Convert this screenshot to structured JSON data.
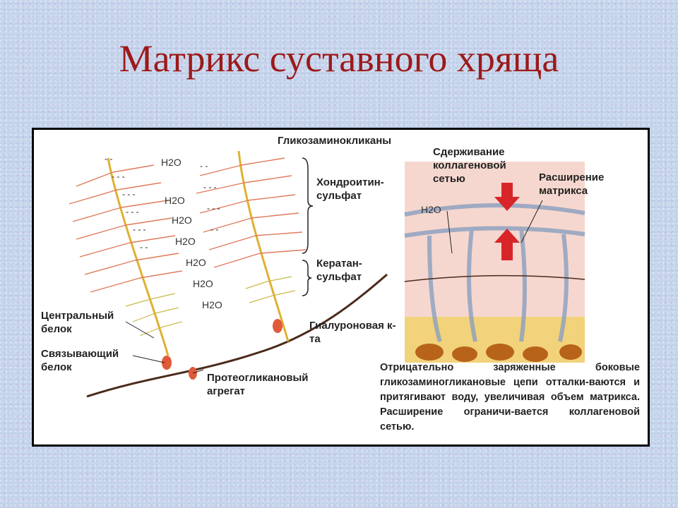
{
  "title": "Матрикс суставного хряща",
  "labels": {
    "gag": "Гликозаминокликаны",
    "chondroitin": "Хондроитин-сульфат",
    "keratan": "Кератан-сульфат",
    "core_protein": "Центральный белок",
    "link_protein": "Связывающий белок",
    "hyaluronic": "Гиалуроновая к-та",
    "aggregate": "Протеогликановый агрегат",
    "restraint": "Сдерживание коллагеновой сетью",
    "expansion": "Расширение матрикса",
    "water": "H2O"
  },
  "water_labels": [
    "H2O",
    "H2O",
    "H2O",
    "H2O",
    "H2O",
    "H2O",
    "H2O",
    "H2O"
  ],
  "caption": "Отрицательно заряженные боковые гликозаминогликановые цепи отталки-ваются и притягивают воду, увеличивая объем матрикса. Расширение ограничи-вается коллагеновой сетью.",
  "colors": {
    "title": "#9c1a1a",
    "chains": "#e07a5a",
    "core": "#e0b030",
    "keratan": "#c9b94a",
    "arrow": "#d8252a",
    "hyaluronic": "#4a2a1a"
  }
}
